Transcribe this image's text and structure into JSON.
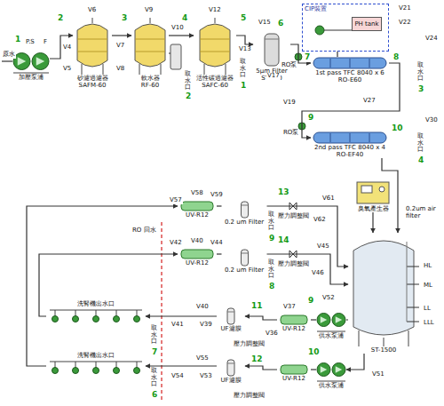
{
  "diagram": {
    "nodes": [
      {
        "text": [
          "加壓泵浦"
        ]
      },
      {
        "text": [
          "砂濾過濾器",
          "SAFM-60"
        ]
      },
      {
        "text": [
          "軟水器",
          "RF-60"
        ]
      },
      {
        "text": [
          "活性碳過濾器",
          "SAFC-60"
        ]
      },
      {
        "text": [
          "5μm Filter",
          "ST-F40"
        ]
      },
      {
        "text": [
          "CIP裝置"
        ]
      },
      {
        "text": [
          "PH tank"
        ],
        "in": 5
      },
      {
        "text": [
          "1st pass TFC 8040 x 6",
          "RO-E60"
        ]
      },
      {
        "text": [
          "2nd pass TFC 8040 x 4",
          "RO-EF40"
        ]
      },
      {
        "text": [
          "臭氧產生器"
        ]
      },
      {
        "text": [
          "ST-1500"
        ]
      },
      {
        "text": [
          "UV-R12"
        ]
      },
      {
        "text": [
          "UV-R12"
        ]
      },
      {
        "text": [
          "UV-R12"
        ]
      },
      {
        "text": [
          "UV-R12"
        ]
      },
      {
        "text": [
          "供水泵浦"
        ]
      },
      {
        "text": [
          "供水泵浦"
        ]
      },
      {
        "text": [
          "UF濾膜"
        ]
      },
      {
        "text": [
          "UF濾膜"
        ]
      },
      {
        "text": [
          "0.2 um Filter"
        ]
      },
      {
        "text": [
          "0.2 um Filter"
        ]
      },
      {
        "text": [
          "洗腎機出水口"
        ]
      },
      {
        "text": [
          "洗腎機出水口"
        ]
      }
    ],
    "edges": [
      {
        "from": 0,
        "to": 1,
        "arrow": "to"
      },
      {
        "from": 1,
        "to": 2,
        "arrow": "to"
      },
      {
        "from": 2,
        "to": 3,
        "arrow": "to"
      },
      {
        "from": 3,
        "to": 4,
        "arrow": "to"
      },
      {
        "from": 4,
        "to": 7,
        "arrow": "to"
      },
      {
        "from": 5,
        "to": 7,
        "arrow": "none"
      },
      {
        "from": 7,
        "to": 8,
        "arrow": "to"
      },
      {
        "from": 8,
        "to": 10,
        "arrow": "to"
      },
      {
        "from": 9,
        "to": 10,
        "arrow": "to"
      },
      {
        "from": 10,
        "to": 15,
        "arrow": "none"
      },
      {
        "from": 10,
        "to": 16,
        "arrow": "to"
      },
      {
        "from": 15,
        "to": 13,
        "arrow": "none"
      },
      {
        "from": 13,
        "to": 17,
        "arrow": "to"
      },
      {
        "from": 17,
        "to": 21,
        "arrow": "to"
      },
      {
        "from": 16,
        "to": 14,
        "arrow": "none"
      },
      {
        "from": 14,
        "to": 18,
        "arrow": "to"
      },
      {
        "from": 18,
        "to": 22,
        "arrow": "to"
      },
      {
        "from": 21,
        "to": 12,
        "arrow": "to"
      },
      {
        "from": 22,
        "to": 11,
        "arrow": "to"
      },
      {
        "from": 11,
        "to": 19,
        "arrow": "none"
      },
      {
        "from": 12,
        "to": 20,
        "arrow": "none"
      },
      {
        "from": 19,
        "to": 10,
        "arrow": "to"
      },
      {
        "from": 20,
        "to": 10,
        "arrow": "to"
      }
    ],
    "labels": [
      "原水",
      "1",
      "P.S",
      "F",
      "2",
      "V4",
      "V5",
      "V6",
      "3",
      "V7",
      "V8",
      "V9",
      "V10",
      "4",
      "V12",
      "5",
      "V13",
      "V15",
      "6",
      "取水口",
      "2",
      "取水口",
      "1",
      "RO泵",
      "7",
      "V17",
      "8",
      "V21",
      "V22",
      "V24",
      "取水口",
      "3",
      "V19",
      "V27",
      "RO泵",
      "9",
      "10",
      "V30",
      "取水口",
      "4",
      "RO 回水",
      "V57",
      "V58",
      "V59",
      "取水口",
      "9",
      "13",
      "壓力調整閥",
      "V61",
      "V62",
      "V42",
      "V40",
      "V44",
      "取水口",
      "8",
      "14",
      "壓力調整閥",
      "V45",
      "V46",
      "V40",
      "V41",
      "V39",
      "取水口",
      "7",
      "11",
      "壓力調整閥",
      "V37",
      "V36",
      "9",
      "V52",
      "V55",
      "V54",
      "V53",
      "取水口",
      "6",
      "12",
      "壓力調整閥",
      "10",
      "V51",
      "HL",
      "ML",
      "LL",
      "LLL",
      "0.2um air filter"
    ]
  }
}
